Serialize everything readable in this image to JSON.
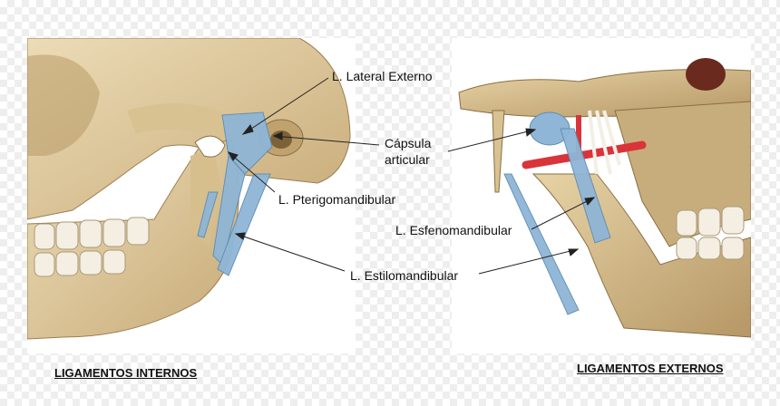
{
  "labels": {
    "lateral_externo": "L. Lateral Externo",
    "capsula_line1": "Cápsula",
    "capsula_line2": "articular",
    "pterigomandibular": "L. Pterigomandibular",
    "esfenomandibular": "L. Esfenomandibular",
    "estilomandibular": "L. Estilomandibular"
  },
  "captions": {
    "left": "LIGAMENTOS INTERNOS",
    "right": "LIGAMENTOS EXTERNOS"
  },
  "colors": {
    "bone": "#e3d0a6",
    "bone_shadow": "#c9ae7c",
    "ligament": "#8fb6d6",
    "artery": "#d9343a",
    "leader": "#222222"
  }
}
